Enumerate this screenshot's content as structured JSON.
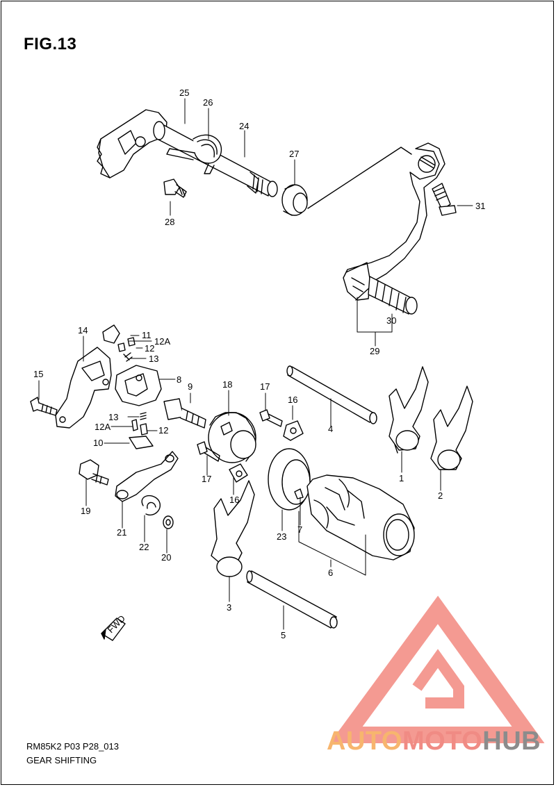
{
  "figure": {
    "title": "FIG.13"
  },
  "footer": {
    "code": "RM85K2 P03 P28_013",
    "subtitle": "GEAR SHIFTING"
  },
  "direction_badge": "FWD",
  "labels": {
    "p1": "1",
    "p2": "2",
    "p3": "3",
    "p4": "4",
    "p5": "5",
    "p6": "6",
    "p7": "7",
    "p8": "8",
    "p9": "9",
    "p10": "10",
    "p11": "11",
    "p12a": "12",
    "p12b": "12",
    "p12Aa": "12A",
    "p12Ab": "12A",
    "p13a": "13",
    "p13b": "13",
    "p14": "14",
    "p15": "15",
    "p16a": "16",
    "p16b": "16",
    "p17a": "17",
    "p17b": "17",
    "p18": "18",
    "p19": "19",
    "p20": "20",
    "p21": "21",
    "p22": "22",
    "p23": "23",
    "p24": "24",
    "p25": "25",
    "p26": "26",
    "p27": "27",
    "p28": "28",
    "p29": "29",
    "p30": "30",
    "p31": "31"
  },
  "watermark": {
    "auto": "AUTO",
    "moto": "MOTO",
    "hub": "HUB",
    "colors": {
      "auto": "#f7b56e",
      "moto": "#f08b84",
      "hub": "#8c8c8c",
      "logo": "#f08b84"
    }
  }
}
